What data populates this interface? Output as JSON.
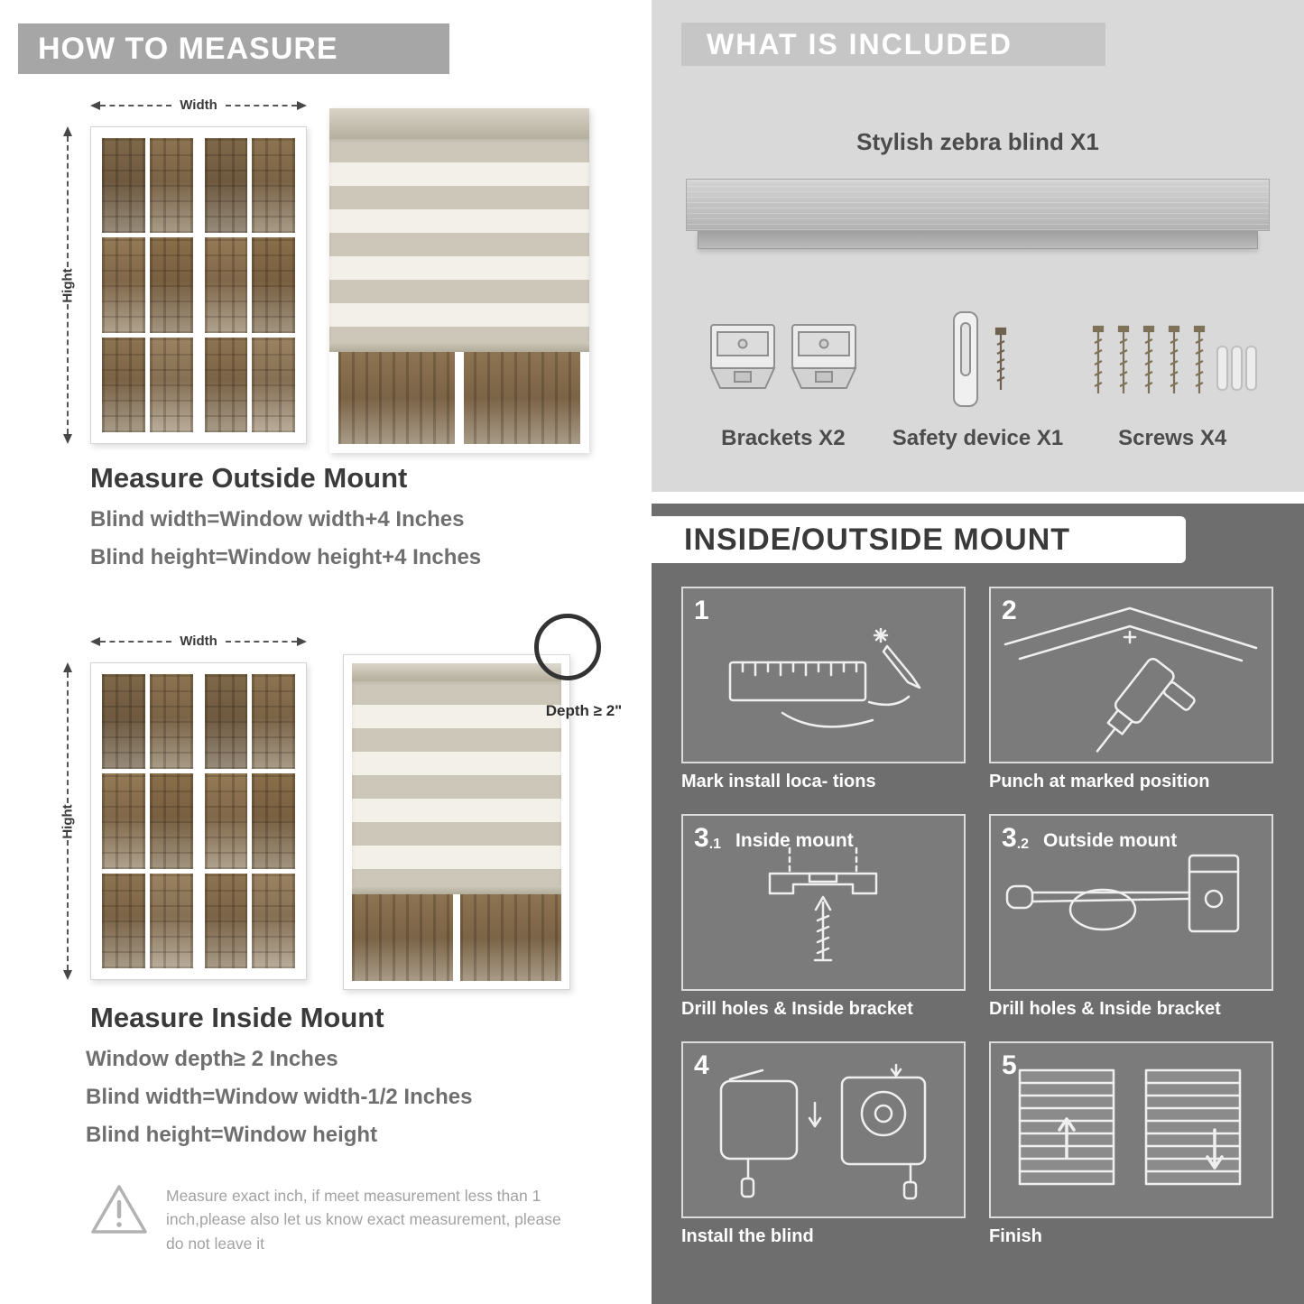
{
  "colors": {
    "banner_gray": "#a6a6a6",
    "banner_light": "#c6c6c6",
    "included_bg": "#d9d9d9",
    "dark_bg": "#6e6e6e",
    "panel_bg": "#7b7b7b",
    "heading_text": "#3a3a3a",
    "body_text": "#6f6f6f",
    "blind_stripe": "#ccc7b9"
  },
  "left": {
    "header": "HOW TO MEASURE",
    "outside": {
      "width_label": "Width",
      "height_label": "Hight",
      "title": "Measure Outside Mount",
      "lines": [
        "Blind width=Window width+4 Inches",
        "Blind height=Window height+4 Inches"
      ]
    },
    "inside": {
      "width_label": "Width",
      "height_label": "Hight",
      "depth_label": "Depth ≥ 2\"",
      "title": "Measure Inside Mount",
      "lines": [
        "Window depth≥ 2 Inches",
        "Blind width=Window width-1/2 Inches",
        "Blind height=Window height"
      ]
    },
    "note": "Measure exact inch, if meet measurement less than 1 inch,please also let us know exact measurement, please do not leave it"
  },
  "right": {
    "included": {
      "header": "WHAT IS INCLUDED",
      "product_label": "Stylish zebra blind X1",
      "items": [
        {
          "icon": "brackets-icon",
          "label": "Brackets X2"
        },
        {
          "icon": "safety-device-icon",
          "label": "Safety device X1"
        },
        {
          "icon": "screws-icon",
          "label": "Screws X4"
        }
      ]
    },
    "mount": {
      "header": "INSIDE/OUTSIDE MOUNT",
      "steps": [
        {
          "num": "1",
          "sub": "",
          "title": "",
          "caption": "Mark install loca- tions"
        },
        {
          "num": "2",
          "sub": "",
          "title": "",
          "caption": "Punch at  marked position"
        },
        {
          "num": "3",
          "sub": ".1",
          "title": "Inside mount",
          "caption": "Drill holes &  Inside bracket"
        },
        {
          "num": "3",
          "sub": ".2",
          "title": "Outside mount",
          "caption": "Drill holes &  Inside bracket"
        },
        {
          "num": "4",
          "sub": "",
          "title": "",
          "caption": "Install the blind"
        },
        {
          "num": "5",
          "sub": "",
          "title": "",
          "caption": "Finish"
        }
      ]
    }
  }
}
